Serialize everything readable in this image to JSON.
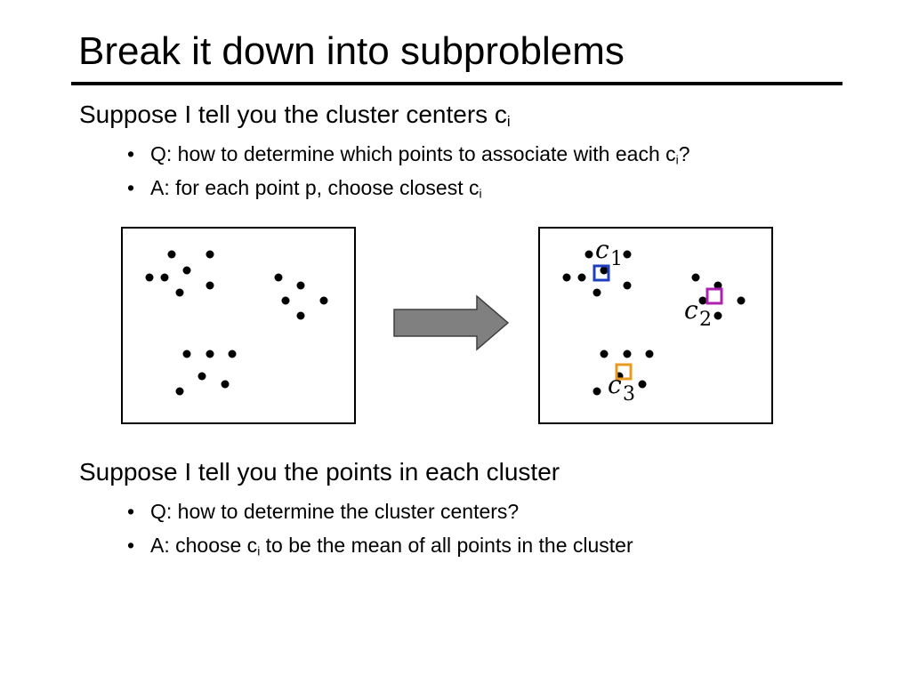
{
  "slide": {
    "title": "Break it down into subproblems",
    "section1": {
      "heading": "Suppose I tell you the cluster centers c",
      "heading_sub": "i",
      "q_prefix": "Q:  how to determine which points to associate with each c",
      "q_sub": "i",
      "q_suffix": "?",
      "a_prefix": "A:  for each point p, choose closest c",
      "a_sub": "i"
    },
    "section2": {
      "heading": "Suppose I tell you the points in each cluster",
      "q_text": "Q:  how to determine the cluster centers?",
      "a_prefix": "A:  choose c",
      "a_sub": "i",
      "a_suffix": " to be the mean of all points in the cluster"
    },
    "bullet_char": "•"
  },
  "diagram": {
    "center_labels": [
      {
        "letter": "c",
        "index": "1"
      },
      {
        "letter": "c",
        "index": "2"
      },
      {
        "letter": "c",
        "index": "3"
      }
    ],
    "colors": {
      "center1": "#1f3fbf",
      "center2": "#b020b0",
      "center3": "#e89a20",
      "arrow_fill": "#808080",
      "dots": "#000000"
    }
  }
}
